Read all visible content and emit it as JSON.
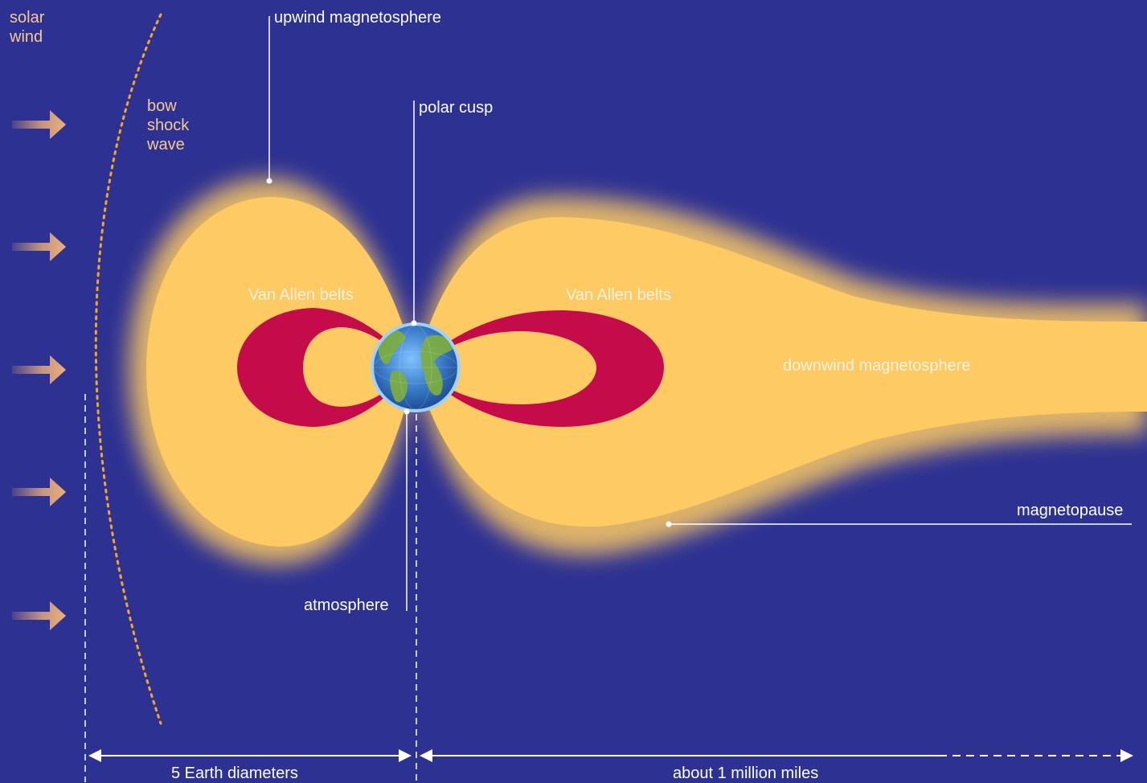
{
  "colors": {
    "background": "#2d3192",
    "magnetosphere": "#fdca63",
    "van_allen_belts": "#c40c4a",
    "bow_shock": "#f4a623",
    "solar_wind_arrow": "#e8ad7a",
    "earth_ocean": "#3a7bc8",
    "earth_land": "#7fae3c",
    "lines": "#ffffff"
  },
  "labels": {
    "solar_wind": "solar\nwind",
    "bow_shock_wave": "bow\nshock\nwave",
    "upwind_magnetosphere": "upwind magnetosphere",
    "polar_cusp": "polar cusp",
    "van_allen_left": "Van Allen belts",
    "van_allen_right": "Van Allen belts",
    "downwind_magnetosphere": "downwind magnetosphere",
    "magnetopause": "magnetopause",
    "atmosphere": "atmosphere",
    "five_earth_diameters": "5 Earth diameters",
    "about_1_million_miles": "about 1 million miles"
  },
  "icons": [
    "solar-wind-arrow-icon",
    "earth-globe-icon"
  ]
}
